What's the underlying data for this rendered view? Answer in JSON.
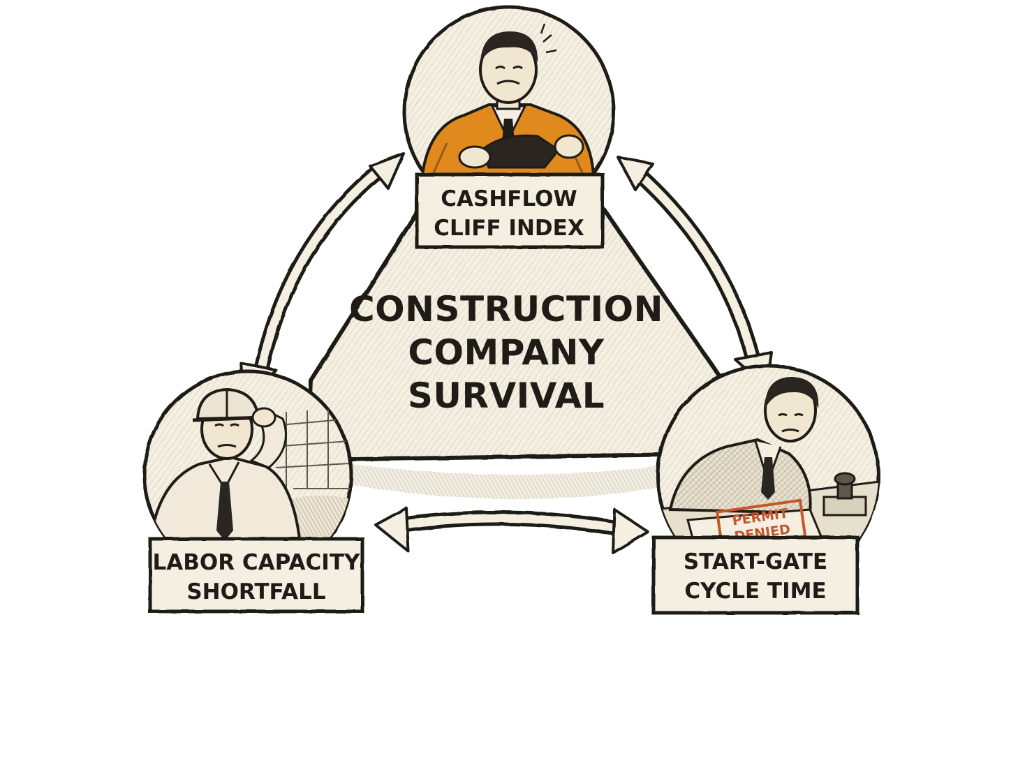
{
  "diagram": {
    "type": "triangle-cycle",
    "center": {
      "lines": [
        "CONSTRUCTION",
        "COMPANY",
        "SURVIVAL"
      ]
    },
    "nodes": [
      {
        "id": "cashflow",
        "lines": [
          "CASHFLOW",
          "CLIFF INDEX"
        ],
        "illustration": "worried-man-empty-wallet-icon",
        "accent": "#e08a1e"
      },
      {
        "id": "labor",
        "lines": [
          "LABOR CAPACITY",
          "SHORTFALL"
        ],
        "illustration": "stressed-worker-hardhat-icon"
      },
      {
        "id": "start-gate",
        "lines": [
          "START-GATE",
          "CYCLE TIME"
        ],
        "illustration": "rejected-permit-desk-icon",
        "stamp_lines": [
          "PERMIT",
          "DENIED"
        ],
        "stamp_color": "#c4562a"
      }
    ],
    "connections": [
      {
        "from": "cashflow",
        "to": "labor",
        "arrows": "both"
      },
      {
        "from": "cashflow",
        "to": "start-gate",
        "arrows": "both"
      },
      {
        "from": "labor",
        "to": "start-gate",
        "arrows": "both"
      }
    ],
    "colors": {
      "ink": "#1f1b16",
      "paper": "#f4efe1",
      "hatch": "#b9b2a3",
      "accent": "#e08a1e"
    }
  }
}
